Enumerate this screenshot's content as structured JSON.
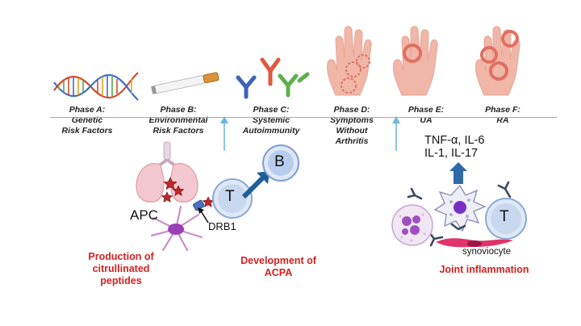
{
  "phases": [
    {
      "title": "Phase A:",
      "lines": [
        "Genetic",
        "Risk Factors"
      ]
    },
    {
      "title": "Phase B:",
      "lines": [
        "Environmental",
        "Risk Factors"
      ]
    },
    {
      "title": "Phase C:",
      "lines": [
        "Systemic",
        "Autoimmunity"
      ]
    },
    {
      "title": "Phase D:",
      "lines": [
        "Symptoms",
        "Without",
        "Arthritis"
      ]
    },
    {
      "title": "Phase E:",
      "lines": [
        "UA"
      ]
    },
    {
      "title": "Phase F:",
      "lines": [
        "RA"
      ]
    }
  ],
  "labels": {
    "apc": "APC",
    "drb1": "DRB1",
    "b_cell": "B",
    "t_cell_left": "T",
    "t_cell_right": "T",
    "cytokines_line1": "TNF-α, IL-6",
    "cytokines_line2": "IL-1, IL-17",
    "synoviocyte": "synoviocyte"
  },
  "processes": {
    "citrullination": [
      "Production of",
      "citrullinated",
      "peptides"
    ],
    "acpa": [
      "Development of",
      "ACPA"
    ],
    "joint": "Joint inflammation"
  },
  "colors": {
    "timeline": "#7fb6d6",
    "arrow": "#6fb7d8",
    "process_text": "#d42020",
    "hand": "#f0b6a8",
    "joint_ring": "#e07060",
    "cell_blue": "#b9d1ee"
  }
}
